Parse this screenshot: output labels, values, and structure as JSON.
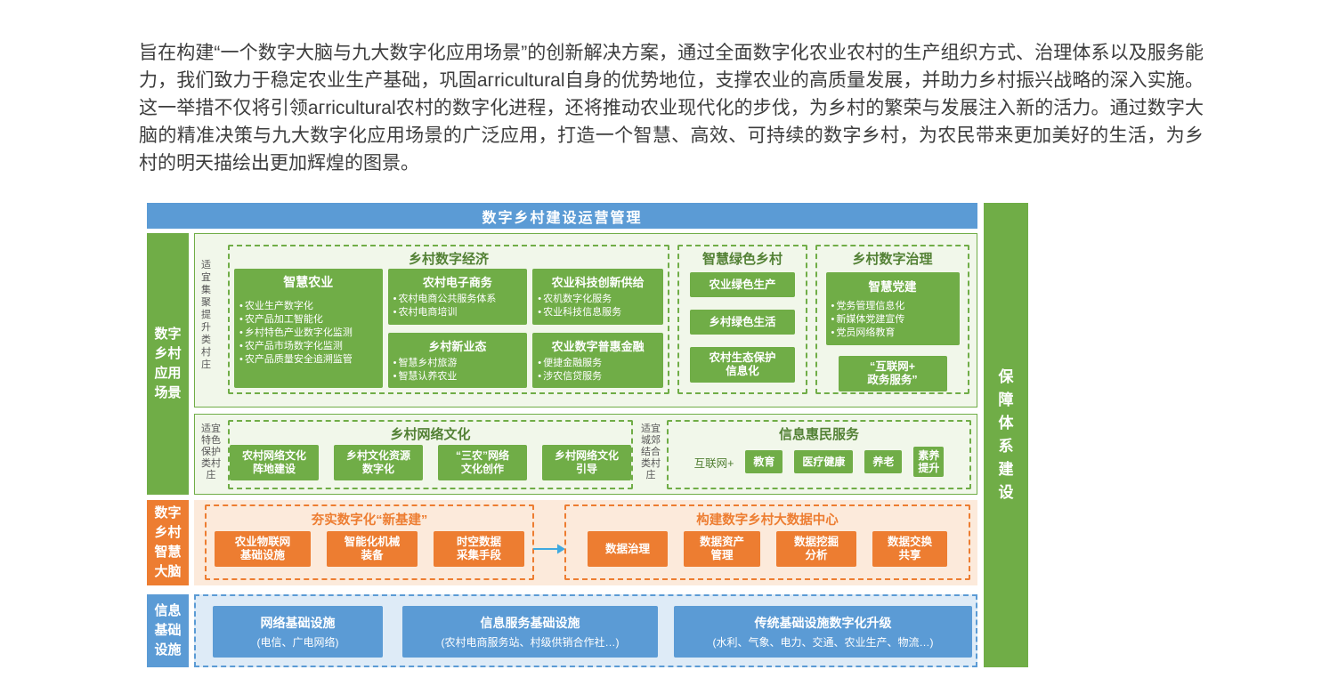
{
  "intro": "旨在构建“一个数字大脑与九大数字化应用场景”的创新解决方案，通过全面数字化农业农村的生产组织方式、治理体系以及服务能力，我们致力于稳定农业生产基础，巩固агricultural自身的优势地位，支撑农业的高质量发展，并助力乡村振兴战略的深入实施。这一举措不仅将引领агricultural农村的数字化进程，还将推动农业现代化的步伐，为乡村的繁荣与发展注入新的活力。通过数字大脑的精准决策与九大数字化应用场景的广泛应用，打造一个智慧、高效、可持续的数字乡村，为农民带来更加美好的生活，为乡村的明天描绘出更加辉煌的图景。",
  "header": {
    "title": "数字乡村建设运营管理"
  },
  "assurance": {
    "label": "保障体系建设"
  },
  "apps": {
    "label": "数字乡村应用场景",
    "row1": {
      "side_label": "适宜集聚提升类村庄",
      "economy": {
        "title": "乡村数字经济",
        "smart_agriculture": {
          "title": "智慧农业",
          "items": [
            "农业生产数字化",
            "农产品加工智能化",
            "乡村特色产业数字化监测",
            "农产品市场数字化监测",
            "农产品质量安全追溯监管"
          ]
        },
        "ecommerce": {
          "title": "农村电子商务",
          "items": [
            "农村电商公共服务体系",
            "农村电商培训"
          ]
        },
        "new_business": {
          "title": "乡村新业态",
          "items": [
            "智慧乡村旅游",
            "智慧认养农业"
          ]
        },
        "tech_supply": {
          "title": "农业科技创新供给",
          "items": [
            "农机数字化服务",
            "农业科技信息服务"
          ]
        },
        "finance": {
          "title": "农业数字普惠金融",
          "items": [
            "便捷金融服务",
            "涉农信贷服务"
          ]
        }
      },
      "green_village": {
        "title": "智慧绿色乡村",
        "cards": [
          "农业绿色生产",
          "乡村绿色生活",
          "农村生态保护\n信息化"
        ]
      },
      "governance": {
        "title": "乡村数字治理",
        "party": {
          "title": "智慧党建",
          "items": [
            "党务管理信息化",
            "新媒体党建宣传",
            "党员网络教育"
          ]
        },
        "gov_service": "“互联网+\n政务服务”"
      }
    },
    "row2": {
      "side_label_left": "适宜特色保护类村庄",
      "side_label_right": "适宜城郊结合类村庄",
      "culture": {
        "title": "乡村网络文化",
        "cards": [
          "农村网络文化\n阵地建设",
          "乡村文化资源\n数字化",
          "“三农”网络\n文化创作",
          "乡村网络文化\n引导"
        ]
      },
      "welfare": {
        "title": "信息惠民服务",
        "prefix": "互联网+",
        "cards": [
          "教育",
          "医疗健康",
          "养老",
          "素养\n提升"
        ]
      }
    }
  },
  "brain": {
    "label": "数字乡村智慧大脑",
    "new_infra": {
      "title": "夯实数字化“新基建”",
      "cards": [
        "农业物联网\n基础设施",
        "智能化机械\n装备",
        "时空数据\n采集手段"
      ]
    },
    "data_center": {
      "title": "构建数字乡村大数据中心",
      "cards": [
        "数据治理",
        "数据资产\n管理",
        "数据挖掘\n分析",
        "数据交换\n共享"
      ]
    }
  },
  "infra": {
    "label": "信息基础设施",
    "cards": [
      {
        "title": "网络基础设施",
        "desc": "(电信、广电网络)"
      },
      {
        "title": "信息服务基础设施",
        "desc": "(农村电商服务站、村级供销合作社…)"
      },
      {
        "title": "传统基础设施数字化升级",
        "desc": "(水利、气象、电力、交通、农业生产、物流…)"
      }
    ]
  }
}
